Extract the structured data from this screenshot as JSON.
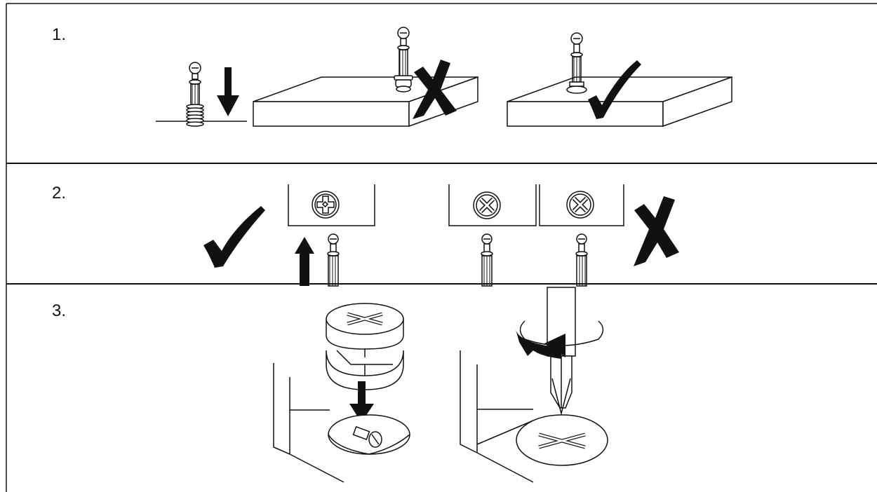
{
  "steps": [
    {
      "label": "1."
    },
    {
      "label": "2."
    },
    {
      "label": "3."
    }
  ],
  "colors": {
    "ink": "#111111",
    "paper": "#ffffff"
  },
  "icons": {
    "correct": "check-mark-icon",
    "incorrect": "cross-mark-icon",
    "direction": "arrow-icon",
    "rotate": "rotation-arrow-icon"
  }
}
